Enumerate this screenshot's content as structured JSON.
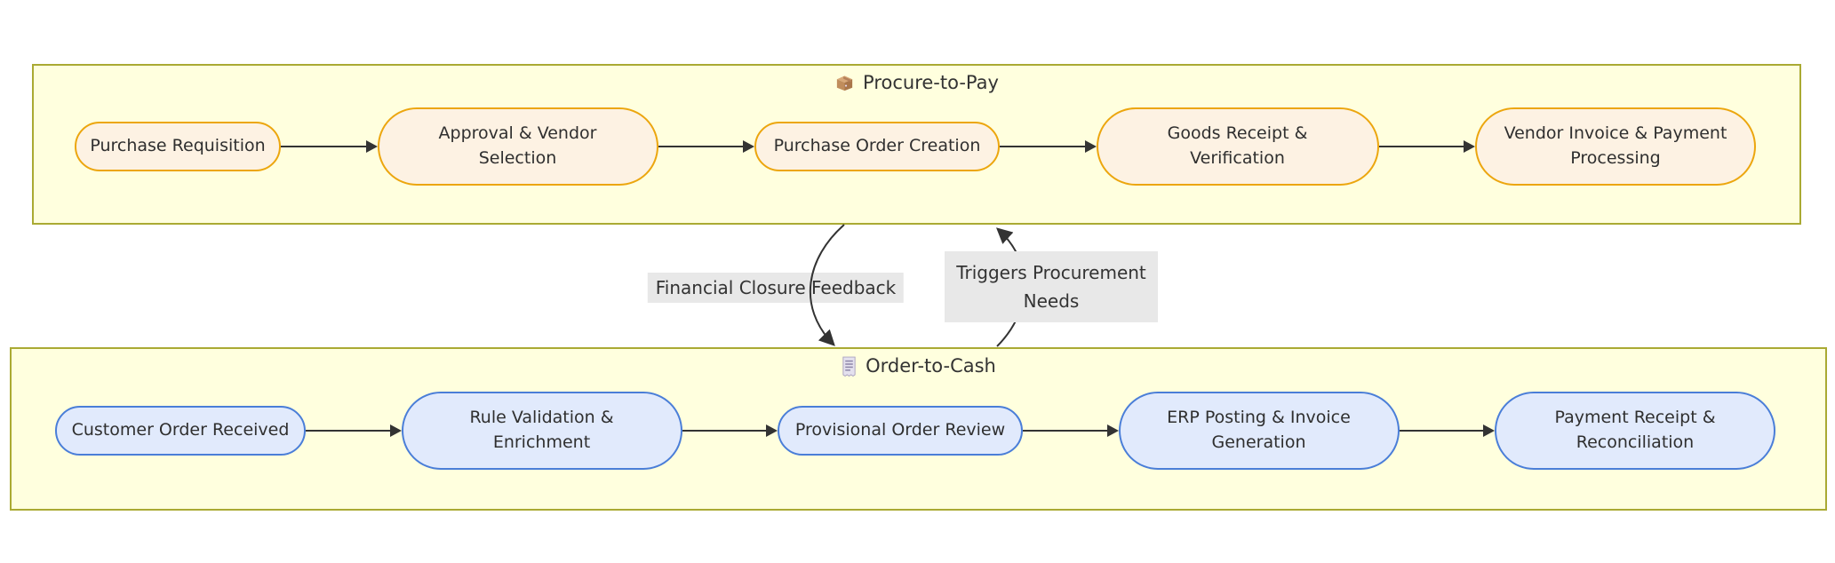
{
  "diagram": {
    "clusters": [
      {
        "id": "procure-to-pay",
        "icon": "package",
        "title": "Procure-to-Pay",
        "fill": "#ffffde",
        "border_color": "#aaaa33",
        "node_fill": "#fdf2e3",
        "node_border_color": "#eca60e",
        "nodes": [
          "Purchase Requisition",
          "Approval & Vendor Selection",
          "Purchase Order Creation",
          "Goods Receipt & Verification",
          "Vendor Invoice & Payment Processing"
        ]
      },
      {
        "id": "order-to-cash",
        "icon": "receipt",
        "title": "Order-to-Cash",
        "fill": "#ffffde",
        "border_color": "#aaaa33",
        "node_fill": "#e1eafc",
        "node_border_color": "#4a7ed8",
        "nodes": [
          "Customer Order Received",
          "Rule Validation & Enrichment",
          "Provisional Order Review",
          "ERP Posting & Invoice Generation",
          "Payment Receipt & Reconciliation"
        ]
      }
    ],
    "cross_edges": [
      {
        "label": "Financial Closure Feedback",
        "from": "Procure-to-Pay",
        "to": "Order-to-Cash",
        "label_bg": "#e8e8e8"
      },
      {
        "label": "Triggers Procurement Needs",
        "from": "Order-to-Cash",
        "to": "Procure-to-Pay",
        "label_bg": "#e8e8e8"
      }
    ],
    "edge_color": "#333333"
  }
}
